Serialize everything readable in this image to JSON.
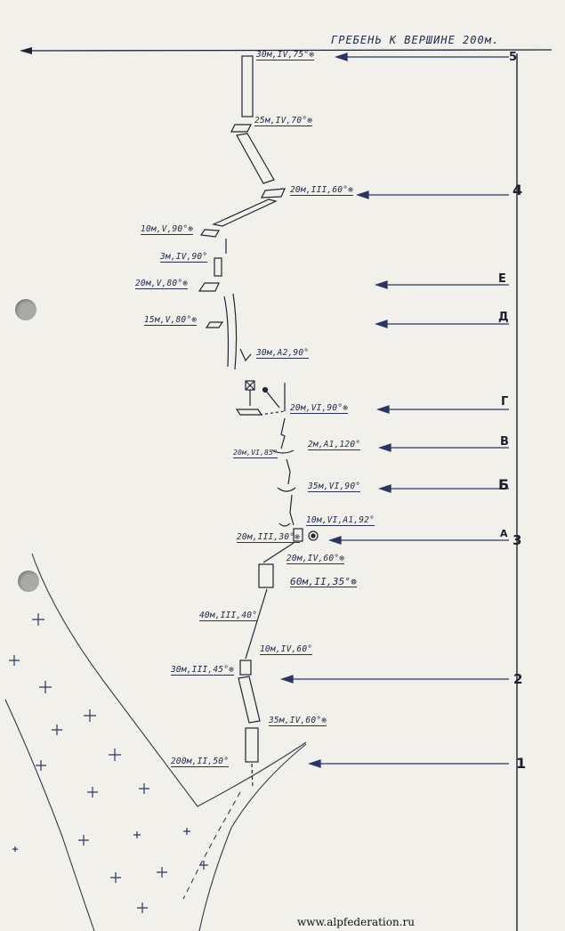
{
  "page": {
    "ridge_note": "ГРЕБЕНЬ К ВЕРШИНЕ 200м.",
    "footer_url": "www.alpfederation.ru"
  },
  "sections": [
    "5",
    "4",
    "Е",
    "Д",
    "Г",
    "В",
    "Б",
    "А",
    "3",
    "2",
    "1"
  ],
  "pitches": [
    "30м,IV,75°⊚",
    "25м,IV,70°⊚",
    "20м,III,60°⊚",
    "10м,V,90°⊚",
    "3м,IV,90°",
    "20м,V,80°⊚",
    "15м,V,80°⊚",
    "30м,А2,90°",
    "20м,VI,90°⊚",
    "2м,А1,120°",
    "20м,VI,85°",
    "35м,VI,90°",
    "10м,VI,А1,92°",
    "20м,III,30°⊚",
    "20м,IV,60°⊚",
    "60м,II,35°⊚",
    "40м,III,40°",
    "10м,IV,60°",
    "30м,III,45°⊚",
    "35м,IV,60°⊚",
    "200м,II,50°"
  ],
  "colors": {
    "ink": "#202a4a",
    "paper": "#f1f0ea",
    "pencil": "#33384a"
  }
}
